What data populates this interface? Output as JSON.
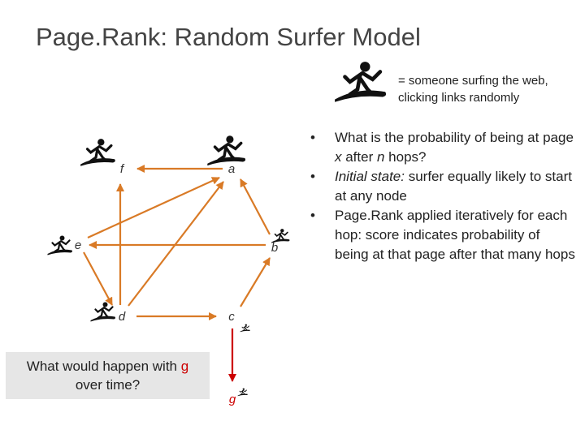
{
  "title": "Page.Rank: Random Surfer Model",
  "legend": {
    "line1": "= someone surfing the web,",
    "line2": "clicking links randomly"
  },
  "bullets": {
    "b1_a": "What is the probability of being at page ",
    "b1_x": "x",
    "b1_b": " after ",
    "b1_n": "n",
    "b1_c": " hops?",
    "b2_label": "Initial state:",
    "b2_rest": " surfer equally likely to start at any node",
    "b3": "Page.Rank applied iteratively for each hop: score indicates probability of being at that page after that many hops"
  },
  "question": {
    "before": "What would happen with ",
    "g": "g",
    "after": " over time?"
  },
  "nodes": {
    "a": "a",
    "b": "b",
    "c": "c",
    "d": "d",
    "e": "e",
    "f": "f",
    "g": "g"
  },
  "colors": {
    "edge": "#d97a26",
    "special_edge": "#cc0000",
    "special_node": "#cc0000",
    "node_fill": "#ffffff",
    "question_bg": "#e6e6e6"
  },
  "icons": {
    "surfer": "surfer-icon"
  }
}
